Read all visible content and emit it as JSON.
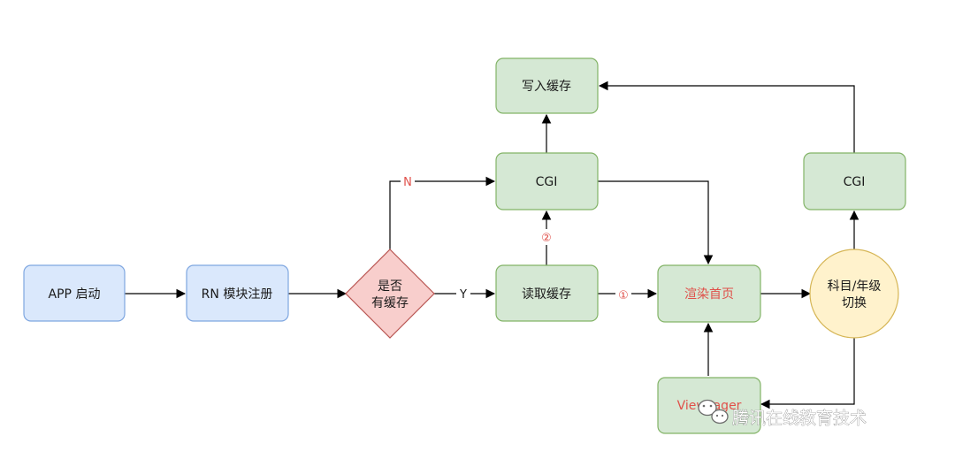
{
  "nodes": {
    "app_start": "APP 启动",
    "rn_register": "RN 模块注册",
    "has_cache_line1": "是否",
    "has_cache_line2": "有缓存",
    "read_cache": "读取缓存",
    "write_cache": "写入缓存",
    "cgi_top": "CGI",
    "render_home": "渲染首页",
    "switch_line1": "科目/年级",
    "switch_line2": "切换",
    "cgi_right": "CGI",
    "viewpager": "ViewPager"
  },
  "edges": {
    "no_label": "N",
    "yes_label": "Y",
    "step_one": "①",
    "step_two": "②"
  },
  "watermark": {
    "text": "腾讯在线教育技术"
  },
  "colors": {
    "blue_fill": "#dae8fc",
    "blue_stroke": "#7ea6e0",
    "green_fill": "#d5e8d4",
    "green_stroke": "#82b366",
    "red_fill": "#f8cecc",
    "red_stroke": "#b85450",
    "yellow_fill": "#fff2cc",
    "yellow_stroke": "#d6b656",
    "accent_red": "#e0504a"
  }
}
